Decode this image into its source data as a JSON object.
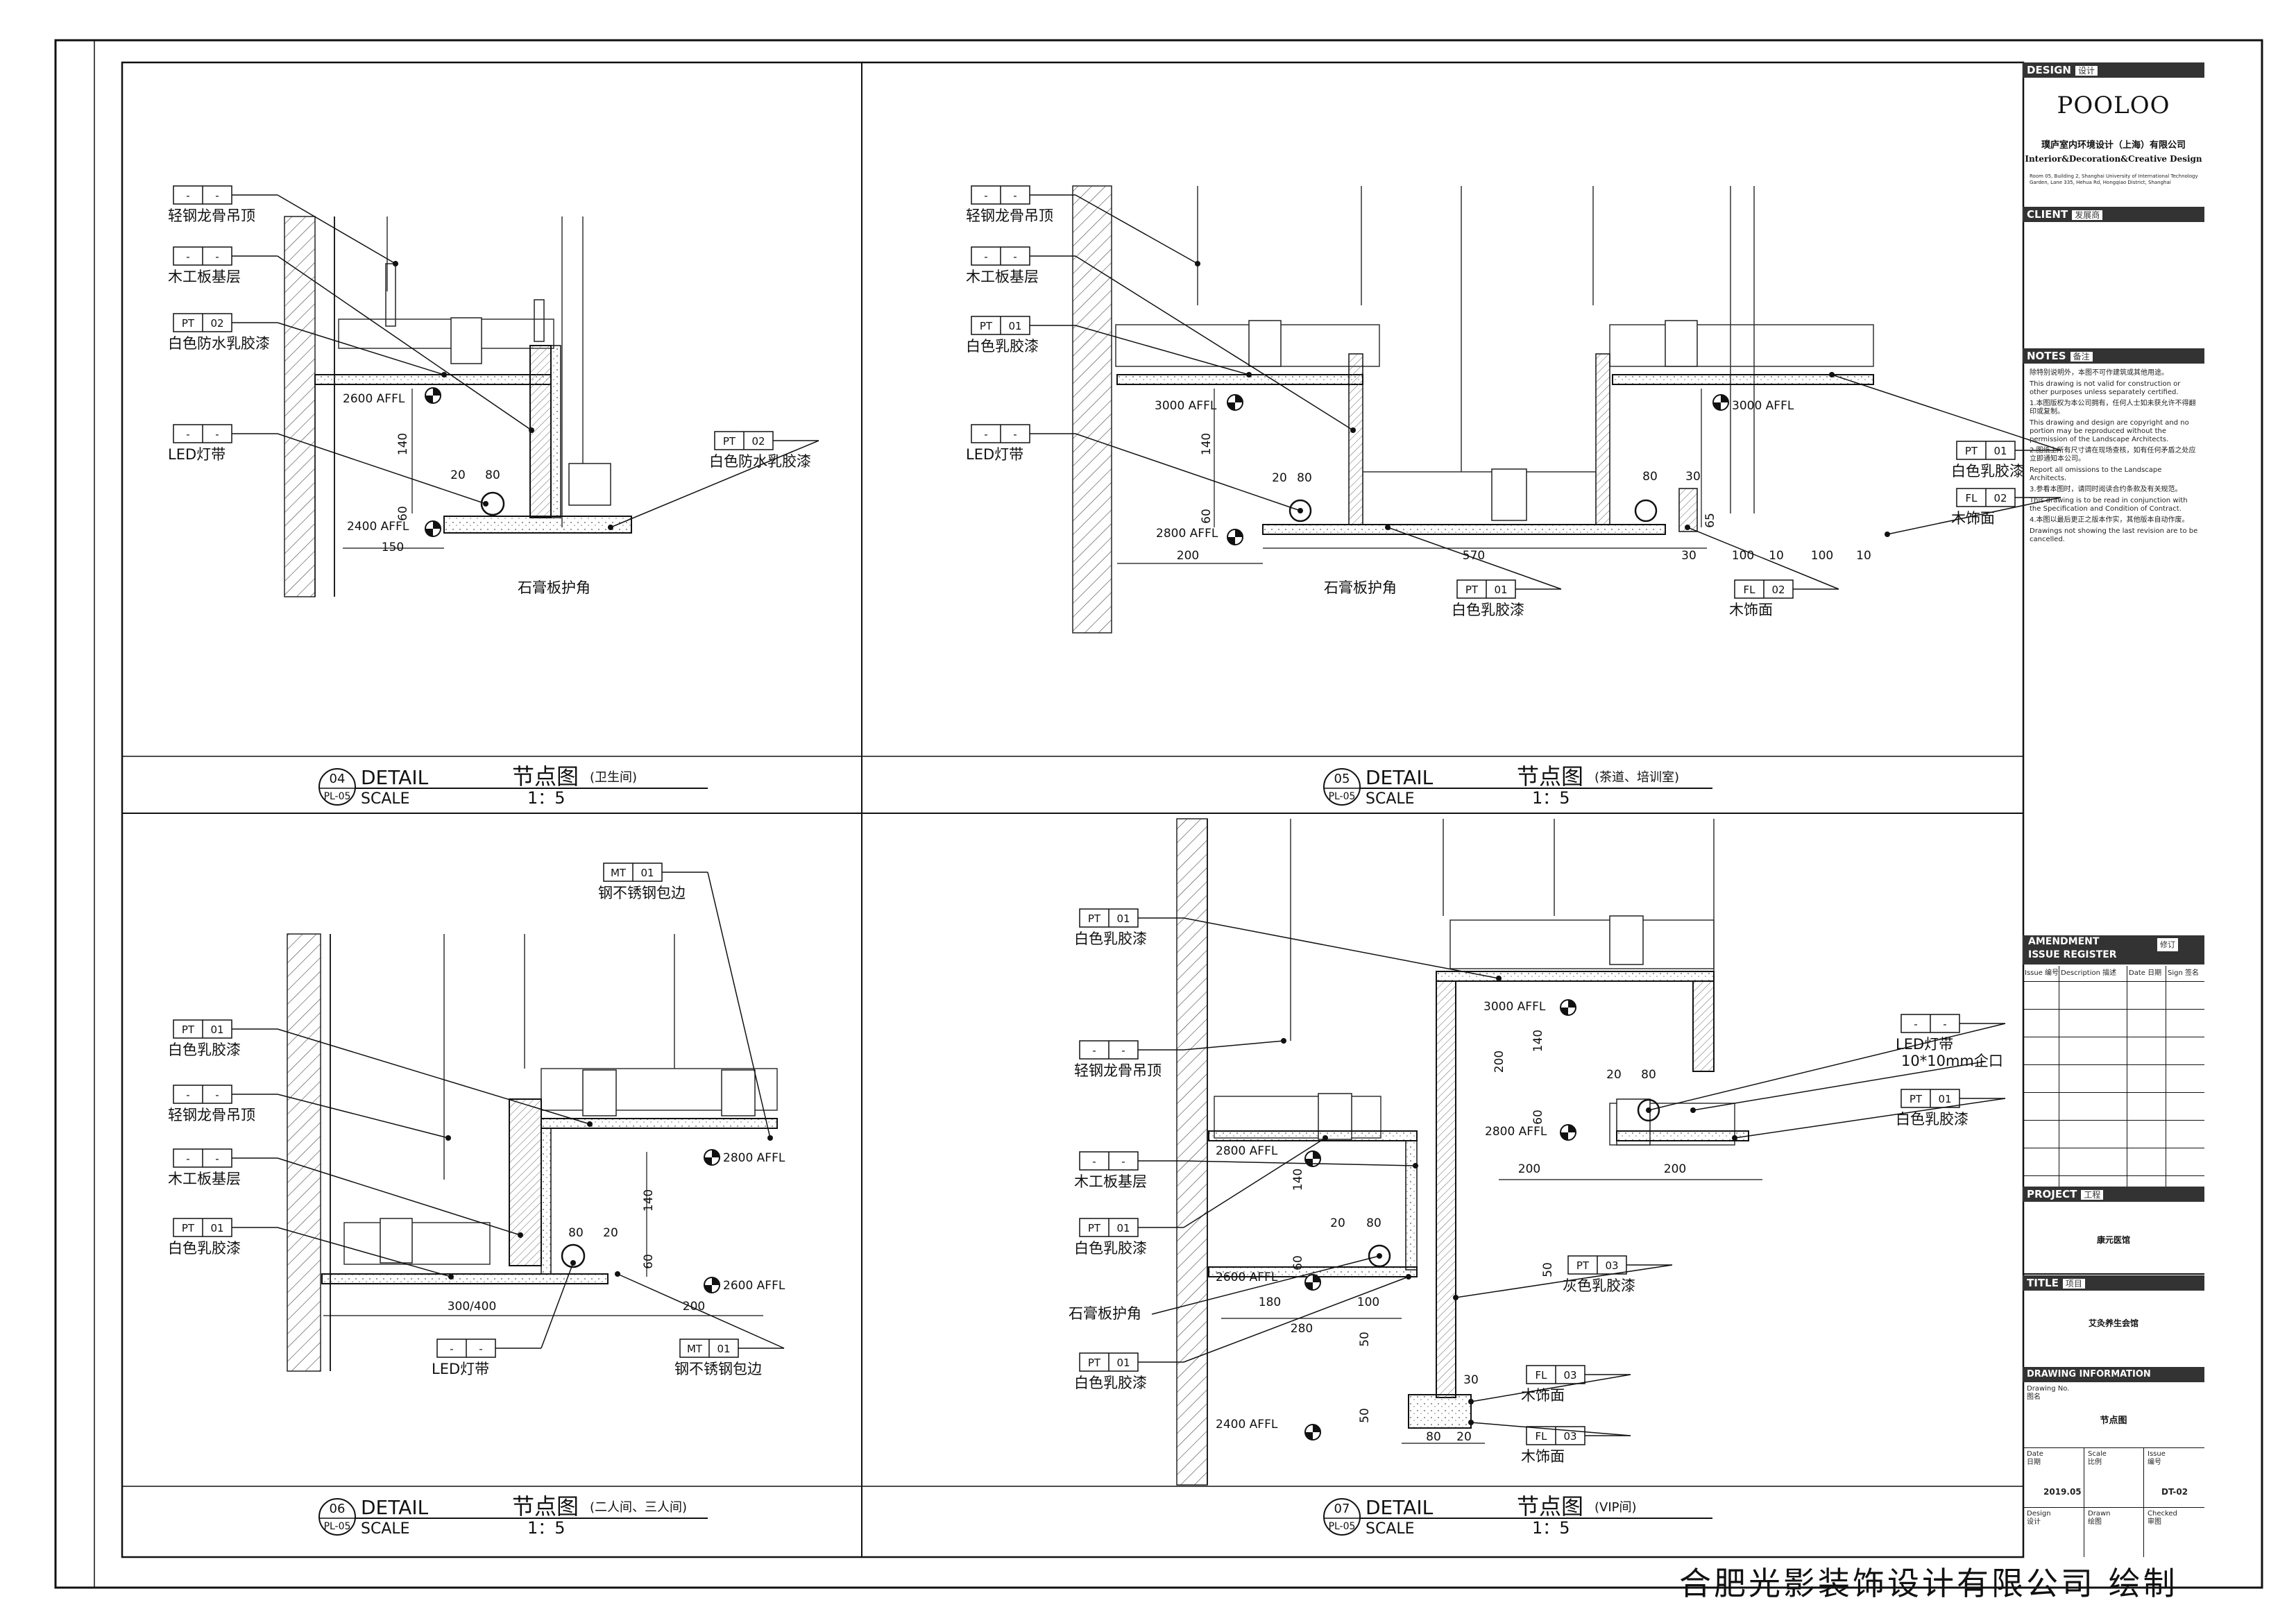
{
  "details": [
    {
      "num": "04",
      "sheet": "PL-05",
      "word": "DETAIL",
      "title": "节点图",
      "sub": "(卫生间)",
      "scale_word": "SCALE",
      "scale": "1：5"
    },
    {
      "num": "05",
      "sheet": "PL-05",
      "word": "DETAIL",
      "title": "节点图",
      "sub": "(茶道、培训室)",
      "scale_word": "SCALE",
      "scale": "1：5"
    },
    {
      "num": "06",
      "sheet": "PL-05",
      "word": "DETAIL",
      "title": "节点图",
      "sub": "(二人间、三人间)",
      "scale_word": "SCALE",
      "scale": "1：5"
    },
    {
      "num": "07",
      "sheet": "PL-05",
      "word": "DETAIL",
      "title": "节点图",
      "sub": "(VIP间)",
      "scale_word": "SCALE",
      "scale": "1：5"
    }
  ],
  "d04": {
    "tags": [
      {
        "code": "-",
        "id": "-",
        "label": "轻钢龙骨吊顶"
      },
      {
        "code": "-",
        "id": "-",
        "label": "木工板基层"
      },
      {
        "code": "PT",
        "id": "02",
        "label": "白色防水乳胶漆"
      },
      {
        "code": "-",
        "id": "-",
        "label": "LED灯带"
      },
      {
        "code": "PT",
        "id": "02",
        "label": "白色防水乳胶漆"
      }
    ],
    "levels": [
      "2600 AFFL",
      "2400 AFFL"
    ],
    "dims": [
      "140",
      "60",
      "20",
      "80",
      "150"
    ],
    "corner": "石膏板护角"
  },
  "d05": {
    "tags": [
      {
        "code": "-",
        "id": "-",
        "label": "轻钢龙骨吊顶"
      },
      {
        "code": "-",
        "id": "-",
        "label": "木工板基层"
      },
      {
        "code": "PT",
        "id": "01",
        "label": "白色乳胶漆"
      },
      {
        "code": "-",
        "id": "-",
        "label": "LED灯带"
      },
      {
        "code": "PT",
        "id": "01",
        "label": "白色乳胶漆"
      },
      {
        "code": "FL",
        "id": "02",
        "label": "木饰面"
      },
      {
        "code": "PT",
        "id": "01",
        "label": "白色乳胶漆"
      },
      {
        "code": "FL",
        "id": "02",
        "label": "木饰面"
      }
    ],
    "levels": [
      "3000 AFFL",
      "3000 AFFL",
      "2800 AFFL"
    ],
    "dims": [
      "140",
      "60",
      "20",
      "80",
      "200",
      "570",
      "80",
      "30",
      "65",
      "30",
      "100",
      "10",
      "100",
      "10"
    ],
    "corner": "石膏板护角"
  },
  "d06": {
    "tags": [
      {
        "code": "MT",
        "id": "01",
        "label": "钢不锈钢包边"
      },
      {
        "code": "PT",
        "id": "01",
        "label": "白色乳胶漆"
      },
      {
        "code": "-",
        "id": "-",
        "label": "轻钢龙骨吊顶"
      },
      {
        "code": "-",
        "id": "-",
        "label": "木工板基层"
      },
      {
        "code": "PT",
        "id": "01",
        "label": "白色乳胶漆"
      },
      {
        "code": "-",
        "id": "-",
        "label": "LED灯带"
      },
      {
        "code": "MT",
        "id": "01",
        "label": "钢不锈钢包边"
      }
    ],
    "levels": [
      "2800 AFFL",
      "2600 AFFL"
    ],
    "dims": [
      "140",
      "60",
      "80",
      "20",
      "300/400",
      "200"
    ]
  },
  "d07": {
    "tags": [
      {
        "code": "PT",
        "id": "01",
        "label": "白色乳胶漆"
      },
      {
        "code": "-",
        "id": "-",
        "label": "轻钢龙骨吊顶"
      },
      {
        "code": "-",
        "id": "-",
        "label": "木工板基层"
      },
      {
        "code": "PT",
        "id": "01",
        "label": "白色乳胶漆"
      },
      {
        "code": "",
        "id": "",
        "label": "石膏板护角"
      },
      {
        "code": "PT",
        "id": "01",
        "label": "白色乳胶漆"
      },
      {
        "code": "-",
        "id": "-",
        "label": "LED灯带"
      },
      {
        "code": "",
        "id": "",
        "label": "10*10mm企口"
      },
      {
        "code": "PT",
        "id": "01",
        "label": "白色乳胶漆"
      },
      {
        "code": "PT",
        "id": "03",
        "label": "灰色乳胶漆"
      },
      {
        "code": "FL",
        "id": "03",
        "label": "木饰面"
      },
      {
        "code": "FL",
        "id": "03",
        "label": "木饰面"
      }
    ],
    "levels": [
      "3000 AFFL",
      "2800 AFFL",
      "2800 AFFL",
      "2600 AFFL",
      "2400 AFFL"
    ],
    "dims": [
      "200",
      "140",
      "60",
      "20",
      "80",
      "200",
      "200",
      "140",
      "60",
      "20",
      "80",
      "180",
      "100",
      "280",
      "50",
      "50",
      "50",
      "30",
      "80",
      "20"
    ],
    "corner": "石膏板护角"
  },
  "titleblock": {
    "design_hdr": "DESIGN",
    "design_cn": "设计",
    "brand": "POOLOO",
    "company_cn": "璞庐室内环境设计（上海）有限公司",
    "company_en": "Interior&Decoration&Creative Design",
    "address": "Room 05, Building 2, Shanghai University of International Technology Garden, Lane 335, Hehua Rd, Hongqiao District, Shanghai",
    "client_hdr": "CLIENT",
    "client_cn": "发展商",
    "notes_hdr": "NOTES",
    "notes_cn": "备注",
    "notes": [
      "除特别说明外，本图不可作建筑或其他用途。",
      "This drawing is not valid for construction or other purposes unless separately certified.",
      "1.本图版权为本公司拥有，任何人士如未获允许不得翻印或复制。",
      "This drawing and design are copyright and no portion may be reproduced without the permission of the Landscape Architects.",
      "2.图纸上所有尺寸请在现场查核，如有任何矛盾之处应立即通知本公司。",
      "Report all omissions to the Landscape Architects.",
      "3.参看本图时，请同时阅读合约条款及有关规范。",
      "This drawing is to be read in conjunction with the Specification and Condition of Contract.",
      "4.本图以最后更正之版本作实，其他版本自动作废。",
      "Drawings not showing the last revision are to be cancelled."
    ],
    "amend_hdr": "AMENDMENT",
    "amend_hdr2": "ISSUE REGISTER",
    "amend_cn": "修订",
    "amend_cols": [
      "Issue 编号",
      "Description 描述",
      "Date 日期",
      "Sign 签名"
    ],
    "project_hdr": "PROJECT",
    "project_cn": "工程",
    "project": "康元医馆",
    "title_hdr": "TITLE",
    "title_cn": "项目",
    "title": "艾灸养生会馆",
    "info_hdr": "DRAWING INFORMATION",
    "drawing_no_label": "Drawing No.",
    "drawing_no_cn": "图名",
    "drawing_name": "节点图",
    "date_label": "Date",
    "date_cn": "日期",
    "date": "2019.05",
    "scale_label": "Scale",
    "scale_cn": "比例",
    "issue_label": "Issue",
    "issue_cn": "编号",
    "issue": "DT-02",
    "design_label": "Design",
    "design_cn2": "设计",
    "drawn_label": "Drawn",
    "drawn_cn": "绘图",
    "checked_label": "Checked",
    "checked_cn": "审图"
  },
  "footer": "合肥光影装饰设计有限公司  绘制"
}
